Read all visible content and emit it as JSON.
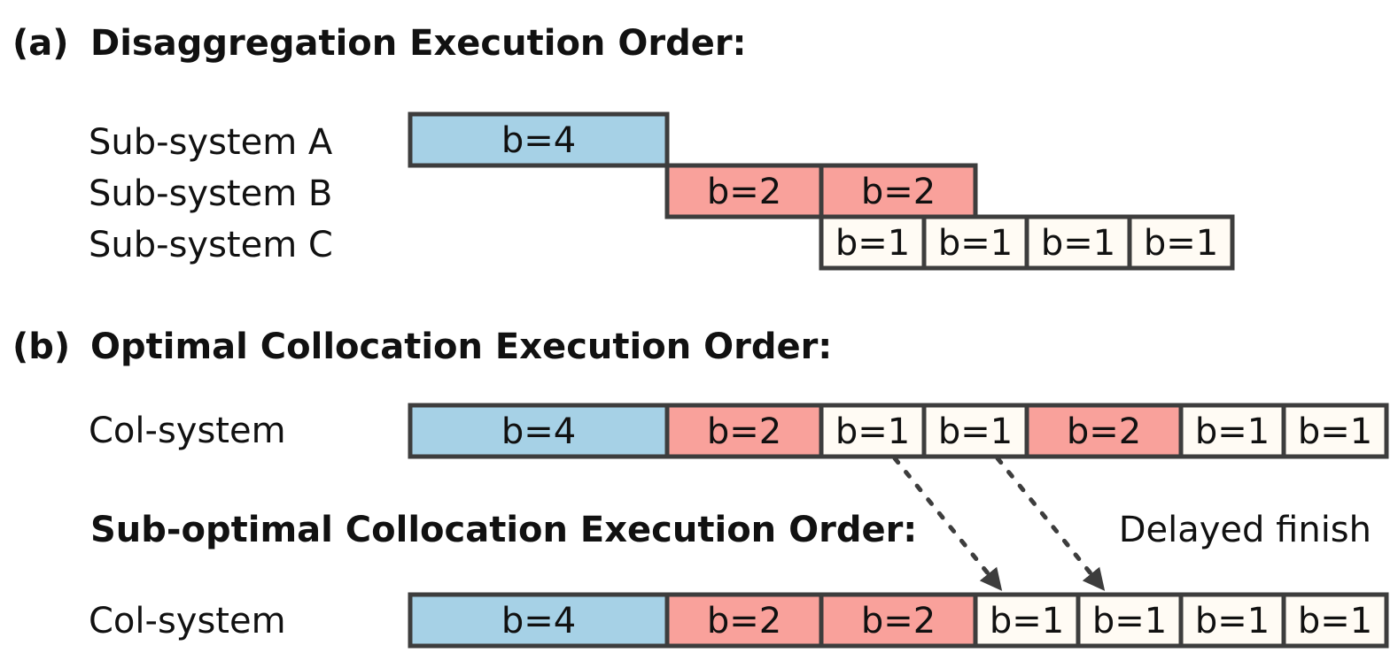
{
  "colors": {
    "b4": "#a6d1e6",
    "b2": "#f9a19b",
    "b1": "#fffbf4",
    "border": "#3d3d3d",
    "arrow": "#3d3d3d"
  },
  "section_a": {
    "letter": "(a)",
    "title": "Disaggregation Execution Order:",
    "rows": [
      {
        "label": "Sub-system A",
        "start": 0,
        "blocks": [
          {
            "text": "b=4",
            "kind": "b4",
            "units": 4
          }
        ]
      },
      {
        "label": "Sub-system B",
        "start": 4,
        "blocks": [
          {
            "text": "b=2",
            "kind": "b2",
            "units": 2
          },
          {
            "text": "b=2",
            "kind": "b2",
            "units": 2
          }
        ]
      },
      {
        "label": "Sub-system C",
        "start": 6,
        "blocks": [
          {
            "text": "b=1",
            "kind": "b1",
            "units": 1.6
          },
          {
            "text": "b=1",
            "kind": "b1",
            "units": 1.6
          },
          {
            "text": "b=1",
            "kind": "b1",
            "units": 1.6
          },
          {
            "text": "b=1",
            "kind": "b1",
            "units": 1.6
          }
        ]
      }
    ]
  },
  "section_b": {
    "letter": "(b)",
    "title": "Optimal Collocation Execution Order:",
    "optimal": {
      "label": "Col-system",
      "blocks": [
        {
          "text": "b=4",
          "kind": "b4",
          "units": 4
        },
        {
          "text": "b=2",
          "kind": "b2",
          "units": 2.4
        },
        {
          "text": "b=1",
          "kind": "b1",
          "units": 1.6
        },
        {
          "text": "b=1",
          "kind": "b1",
          "units": 1.6
        },
        {
          "text": "b=2",
          "kind": "b2",
          "units": 2.4
        },
        {
          "text": "b=1",
          "kind": "b1",
          "units": 1.6
        },
        {
          "text": "b=1",
          "kind": "b1",
          "units": 1.6
        }
      ]
    },
    "suboptimal_title": "Sub-optimal Collocation Execution Order:",
    "annotation": "Delayed finish",
    "suboptimal": {
      "label": "Col-system",
      "blocks": [
        {
          "text": "b=4",
          "kind": "b4",
          "units": 4
        },
        {
          "text": "b=2",
          "kind": "b2",
          "units": 2.4
        },
        {
          "text": "b=2",
          "kind": "b2",
          "units": 2.4
        },
        {
          "text": "b=1",
          "kind": "b1",
          "units": 1.6
        },
        {
          "text": "b=1",
          "kind": "b1",
          "units": 1.6
        },
        {
          "text": "b=1",
          "kind": "b1",
          "units": 1.6
        },
        {
          "text": "b=1",
          "kind": "b1",
          "units": 1.6
        }
      ]
    }
  }
}
